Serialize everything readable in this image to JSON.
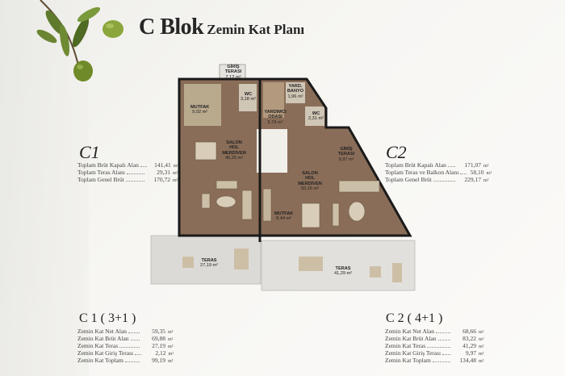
{
  "header": {
    "title_main": "C Blok",
    "title_sub": "Zemin Kat Planı"
  },
  "c1": {
    "label": "C1",
    "totals": [
      {
        "label": "Toplam Brüt Kapalı Alan",
        "value": "141,41",
        "unit": "m²"
      },
      {
        "label": "Toplam Teras Alanı",
        "value": "29,31",
        "unit": "m²"
      },
      {
        "label": "Toplam Genel Brüt",
        "value": "170,72",
        "unit": "m²"
      }
    ],
    "type_label": "C 1 ( 3+1 )",
    "details": [
      {
        "label": "Zemin Kat Net Alan",
        "value": "59,35",
        "unit": "m²"
      },
      {
        "label": "Zemin Kat Brüt Alan",
        "value": "69,88",
        "unit": "m²"
      },
      {
        "label": "Zemin Kat Teras",
        "value": "27,19",
        "unit": "m²"
      },
      {
        "label": "Zemin Kat Giriş Terası",
        "value": "2,12",
        "unit": "m²"
      },
      {
        "label": "Zemin Kat Toplam",
        "value": "99,19",
        "unit": "m²"
      }
    ]
  },
  "c2": {
    "label": "C2",
    "totals": [
      {
        "label": "Toplam Brüt Kapalı Alan",
        "value": "171,07",
        "unit": "m²"
      },
      {
        "label": "Toplam Teras ve Balkon Alanı",
        "value": "58,10",
        "unit": "m²"
      },
      {
        "label": "Toplam Genel Brüt",
        "value": "229,17",
        "unit": "m²"
      }
    ],
    "type_label": "C 2 ( 4+1 )",
    "details": [
      {
        "label": "Zemin Kat Net Alan",
        "value": "68,66",
        "unit": "m²"
      },
      {
        "label": "Zemin Kat Brüt Alan",
        "value": "83,22",
        "unit": "m²"
      },
      {
        "label": "Zemin Kat Teras",
        "value": "41,29",
        "unit": "m²"
      },
      {
        "label": "Zemin Kat Giriş Terası",
        "value": "9,97",
        "unit": "m²"
      },
      {
        "label": "Zemin Kat Toplam",
        "value": "134,48",
        "unit": "m²"
      }
    ]
  },
  "rooms": {
    "giris_teras_top": {
      "name": "GİRİŞ\nTERASI",
      "area": "2,12 m²"
    },
    "mutfak_c1": {
      "name": "MUTFAK",
      "area": "9,92 m²"
    },
    "wc_c1": {
      "name": "WC",
      "area": "3,18 m²"
    },
    "salon_c1": {
      "name": "SALON\nHOL\nMERDİVEN",
      "area": "46,25 m²"
    },
    "yardimci": {
      "name": "YARDIMCI\nODASI",
      "area": "5,79 m²"
    },
    "yard_banyo": {
      "name": "YARD.\nBANYO",
      "area": "1,96 m²"
    },
    "wc_c2": {
      "name": "WC",
      "area": "2,31 m²"
    },
    "giris_teras_c2": {
      "name": "GİRİŞ\nTERASI",
      "area": "9,97 m²"
    },
    "salon_c2": {
      "name": "SALON\nHOL\nMERDİVEN",
      "area": "50,16 m²"
    },
    "mutfak_c2": {
      "name": "MUTFAK",
      "area": "8,44 m²"
    },
    "teras_c1": {
      "name": "TERAS",
      "area": "27,19 m²"
    },
    "teras_c2": {
      "name": "TERAS",
      "area": "41,29 m²"
    }
  }
}
